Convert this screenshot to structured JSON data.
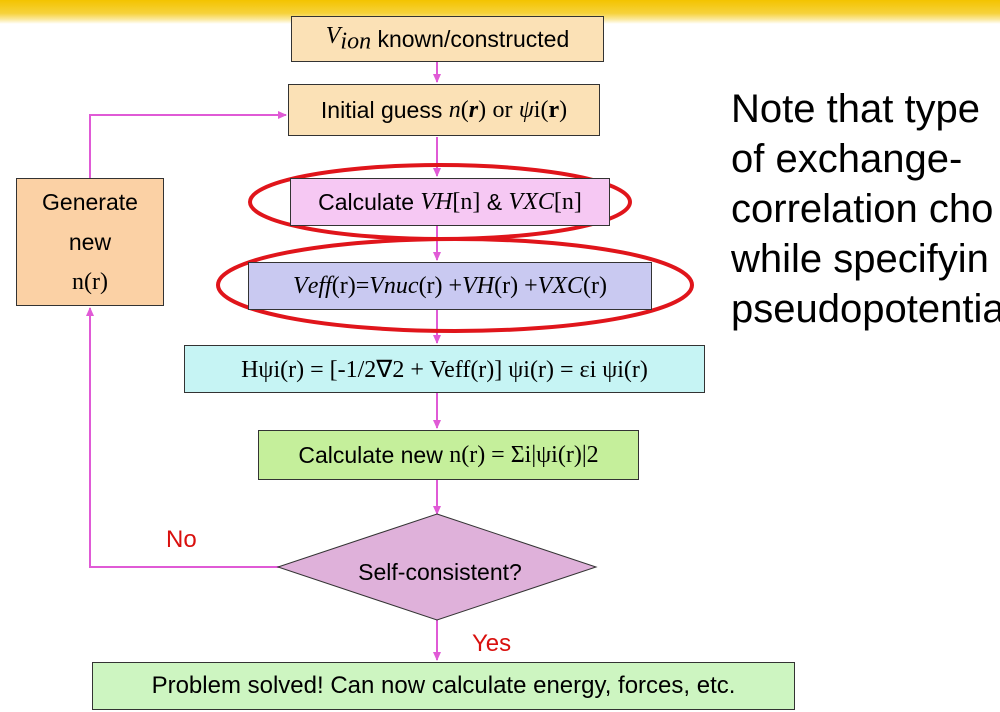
{
  "colors": {
    "arrow": "#e05ad6",
    "highlight": "#e0151b",
    "label_red": "#d9100e"
  },
  "box1": {
    "label": "known/constructed",
    "symbol": "V",
    "sub": "ion"
  },
  "box2": {
    "label": "Initial guess",
    "n": "n",
    "r": "r",
    "or": "or",
    "psi": "ψ",
    "psi_sub": "i"
  },
  "box3": {
    "label": "Calculate",
    "amp": "&",
    "vh": "V",
    "vh_sub": "H",
    "vxc": "V",
    "vxc_sub": "XC",
    "arg": "[n]"
  },
  "box4": {
    "veff": "V",
    "veff_sub": "eff",
    "eq": "(r)= ",
    "vnuc": "V",
    "vnuc_sub": "nuc",
    "t1": "(r) + ",
    "vh": "V",
    "vh_sub": "H",
    "t2": " (r) + ",
    "vxc": "V",
    "vxc_sub": "XC",
    "t3": " (r)"
  },
  "box5": {
    "eq": "Hψi(r) = [-1/2∇2 + Veff(r)]  ψi(r)  =  εi  ψi(r)"
  },
  "box6": {
    "label": "Calculate new",
    "eq": "n(r) = Σi|ψi(r)|2"
  },
  "side_box": {
    "line1": "Generate",
    "line2": "new",
    "line3": "n(r)"
  },
  "decision": {
    "label": "Self-consistent?"
  },
  "labels": {
    "no": "No",
    "yes": "Yes"
  },
  "final_box": {
    "label": "Problem solved! Can now calculate energy, forces, etc."
  },
  "note": {
    "line1": "Note that type",
    "line2": "of exchange-",
    "line3": "correlation cho",
    "line4": "while specifyin",
    "line5": "pseudopotentia"
  }
}
